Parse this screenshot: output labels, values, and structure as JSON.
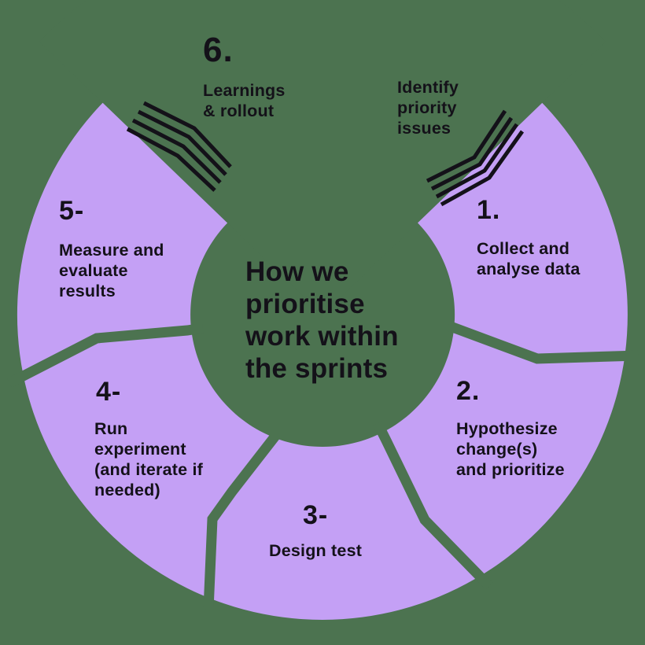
{
  "colors": {
    "background": "#4C7350",
    "segment": "#C4A0F5",
    "text": "#141119",
    "hatch": "#141119"
  },
  "center_title": "How we\nprioritise\nwork within\nthe sprints",
  "steps": [
    {
      "number": "1.",
      "label": "Collect and\nanalyse data"
    },
    {
      "number": "2.",
      "label": "Hypothesize\nchange(s)\nand prioritize"
    },
    {
      "number": "3-",
      "label": "Design test"
    },
    {
      "number": "4-",
      "label": "Run\nexperiment\n(and iterate if\nneeded)"
    },
    {
      "number": "5-",
      "label": "Measure and\nevaluate\nresults"
    },
    {
      "number": "6.",
      "label": "Learnings\n& rollout"
    }
  ],
  "annotations": {
    "start_note": "Identify\npriority\nissues"
  }
}
